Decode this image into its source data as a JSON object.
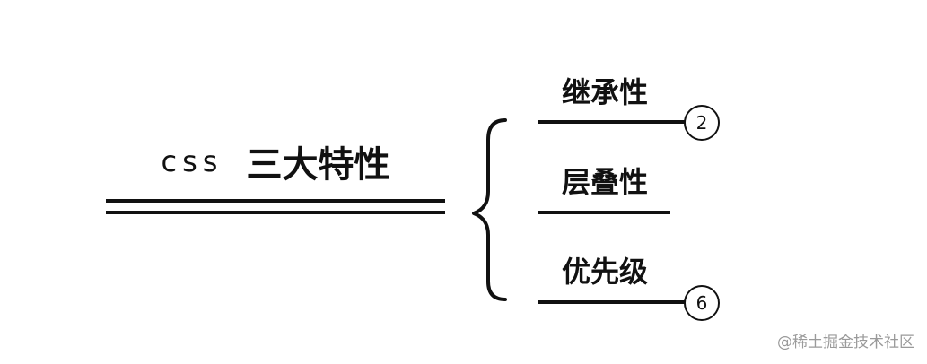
{
  "root": {
    "prefix": "css",
    "title": "三大特性"
  },
  "branches": [
    {
      "label": "继承性",
      "badge": "2"
    },
    {
      "label": "层叠性",
      "badge": ""
    },
    {
      "label": "优先级",
      "badge": "6"
    }
  ],
  "watermark": "@稀土掘金技术社区",
  "colors": {
    "line": "#111111",
    "watermark": "#9a9a9a",
    "background": "#ffffff"
  }
}
